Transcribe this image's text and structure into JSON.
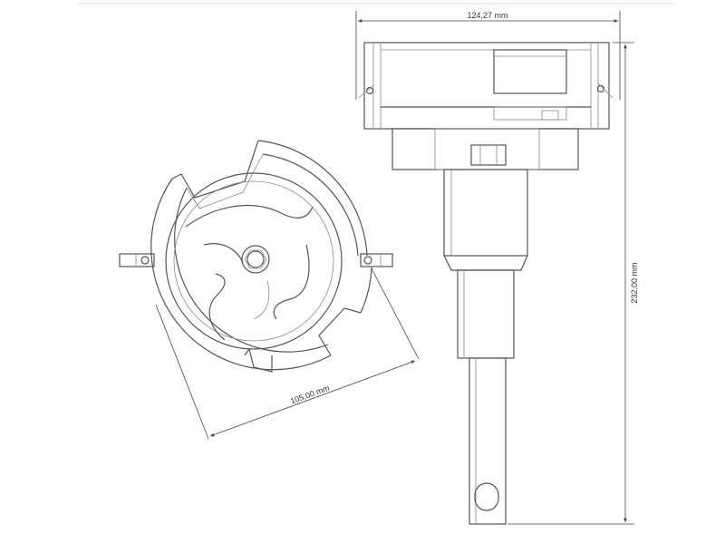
{
  "drawing": {
    "views": [
      "top-view",
      "side-view"
    ],
    "dimensions": {
      "width": "124,27 mm",
      "height": "232,00 mm",
      "diameter": "105,00 mm"
    }
  }
}
